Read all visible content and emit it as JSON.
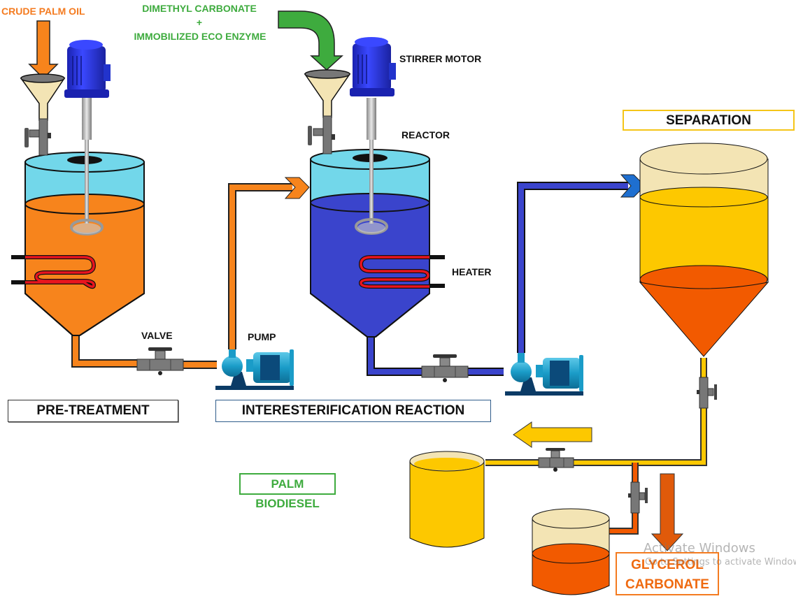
{
  "title": "Palm biodiesel production process via interesterification",
  "inputs": {
    "feed_1": "CRUDE PALM OIL",
    "feed_2_line1": "DIMETHYL CARBONATE",
    "feed_2_plus": "+",
    "feed_2_line2": "IMMOBILIZED ECO ENZYME"
  },
  "equipment_labels": {
    "stirrer_motor": "STIRRER MOTOR",
    "reactor": "REACTOR",
    "heater": "HEATER",
    "valve": "VALVE",
    "pump": "PUMP"
  },
  "stages": {
    "pre_treatment": "PRE-TREATMENT",
    "reaction": "INTERESTERIFICATION REACTION",
    "separation": "SEPARATION"
  },
  "products": {
    "biodiesel": "PALM BIODIESEL",
    "glycerol_line1": "GLYCEROL",
    "glycerol_line2": "CARBONATE"
  },
  "colors": {
    "crude_oil": "#f7841c",
    "reactant_arrow": "#3eab3e",
    "reaction_mix": "#3a44cc",
    "vessel_top": "#72d7ea",
    "biodiesel": "#fdc800",
    "glycerol": "#f25a00",
    "empty_vessel": "#f3e4b4",
    "heater_coil": "#e8141e",
    "motor": "#2233dd",
    "pump": "#1aa0c8"
  },
  "watermark": {
    "line1": "Activate Windows",
    "line2": "Go to Settings to activate Windows."
  }
}
